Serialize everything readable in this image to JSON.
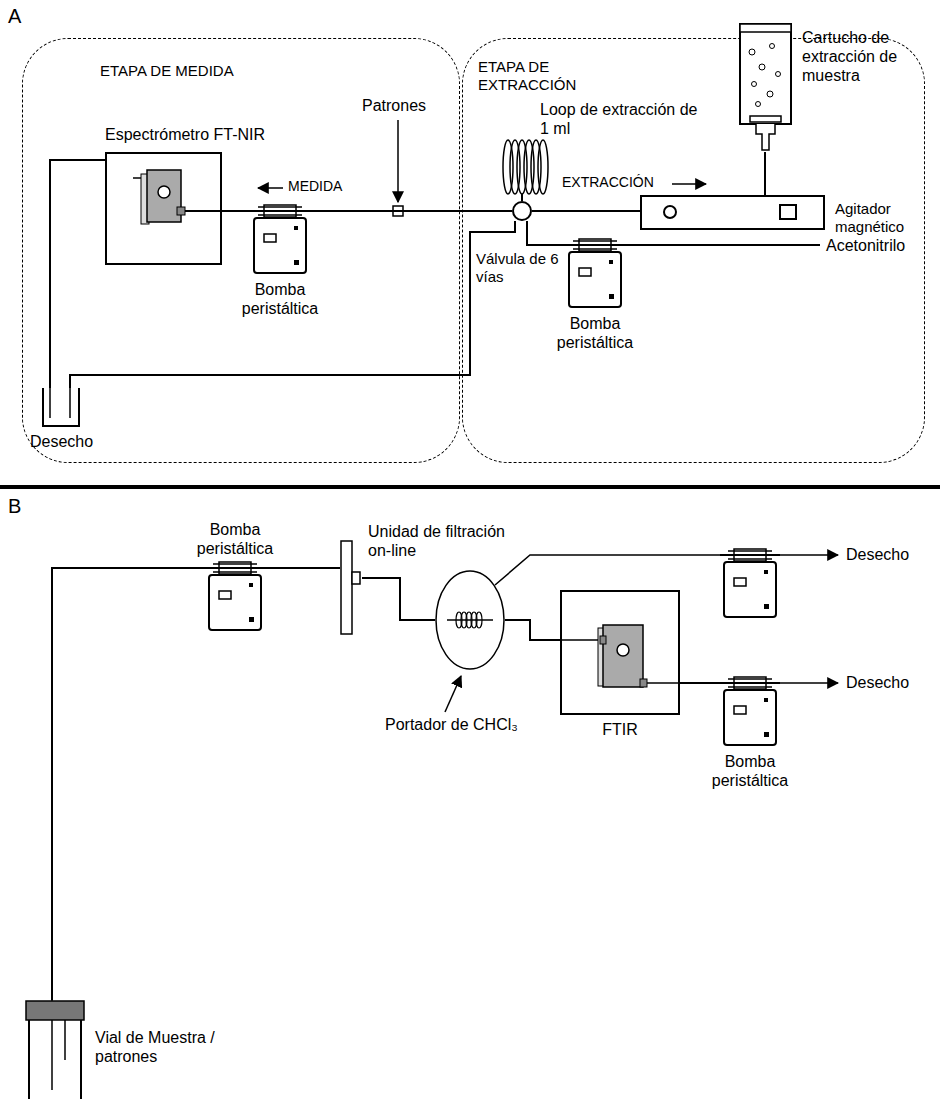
{
  "diagram": {
    "nodes": [
      {
        "text": [
          "ETAPA DE MEDIDA"
        ]
      },
      {
        "text": [
          "ETAPA DE EXTRACCIÓN"
        ]
      },
      {
        "text": [
          "Espectrómetro FT-NIR"
        ],
        "in": 0
      },
      {
        "text": [
          "Bomba peristáltica"
        ],
        "in": 0
      },
      {
        "text": [
          "Desecho"
        ],
        "in": 0
      },
      {
        "text": [
          "Loop de extracción de 1 ml",
          "Válvula de 6 vías"
        ],
        "in": 1
      },
      {
        "text": [
          "Cartucho de extracción de muestra"
        ],
        "in": 1
      },
      {
        "text": [
          "Agitador magnético"
        ],
        "in": 1
      },
      {
        "text": [
          "Bomba peristáltica"
        ],
        "in": 1
      },
      {
        "text": [
          "Bomba peristáltica"
        ]
      },
      {
        "text": [
          "Unidad de filtración on-line"
        ]
      },
      {
        "text": [
          "Portador de CHCl₃"
        ]
      },
      {
        "text": [
          "FTIR"
        ]
      },
      {
        "text": [
          "Bomba peristáltica"
        ]
      },
      {
        "text": [
          "Vial de Muestra / patrones"
        ]
      }
    ],
    "edges": [
      {
        "from": 2,
        "to": 4,
        "arrow": "none"
      },
      {
        "from": 3,
        "to": 2,
        "arrow": "none"
      },
      {
        "from": 5,
        "to": 3,
        "arrow": "none"
      },
      {
        "from": 5,
        "to": 4,
        "arrow": "none"
      },
      {
        "from": 5,
        "to": 7,
        "arrow": "none"
      },
      {
        "from": 6,
        "to": 7,
        "arrow": "none"
      },
      {
        "from": 5,
        "to": 8,
        "arrow": "none"
      },
      {
        "from": 14,
        "to": 9,
        "arrow": "none"
      },
      {
        "from": 9,
        "to": 10,
        "arrow": "none"
      },
      {
        "from": 10,
        "to": 11,
        "arrow": "none"
      },
      {
        "from": 11,
        "to": 12,
        "arrow": "none"
      },
      {
        "from": 12,
        "to": 13,
        "arrow": "none"
      }
    ],
    "labels": [
      "A",
      "B",
      "Patrones",
      "MEDIDA",
      "EXTRACCIÓN",
      "Acetonitrilo",
      "Desecho",
      "Desecho"
    ]
  }
}
